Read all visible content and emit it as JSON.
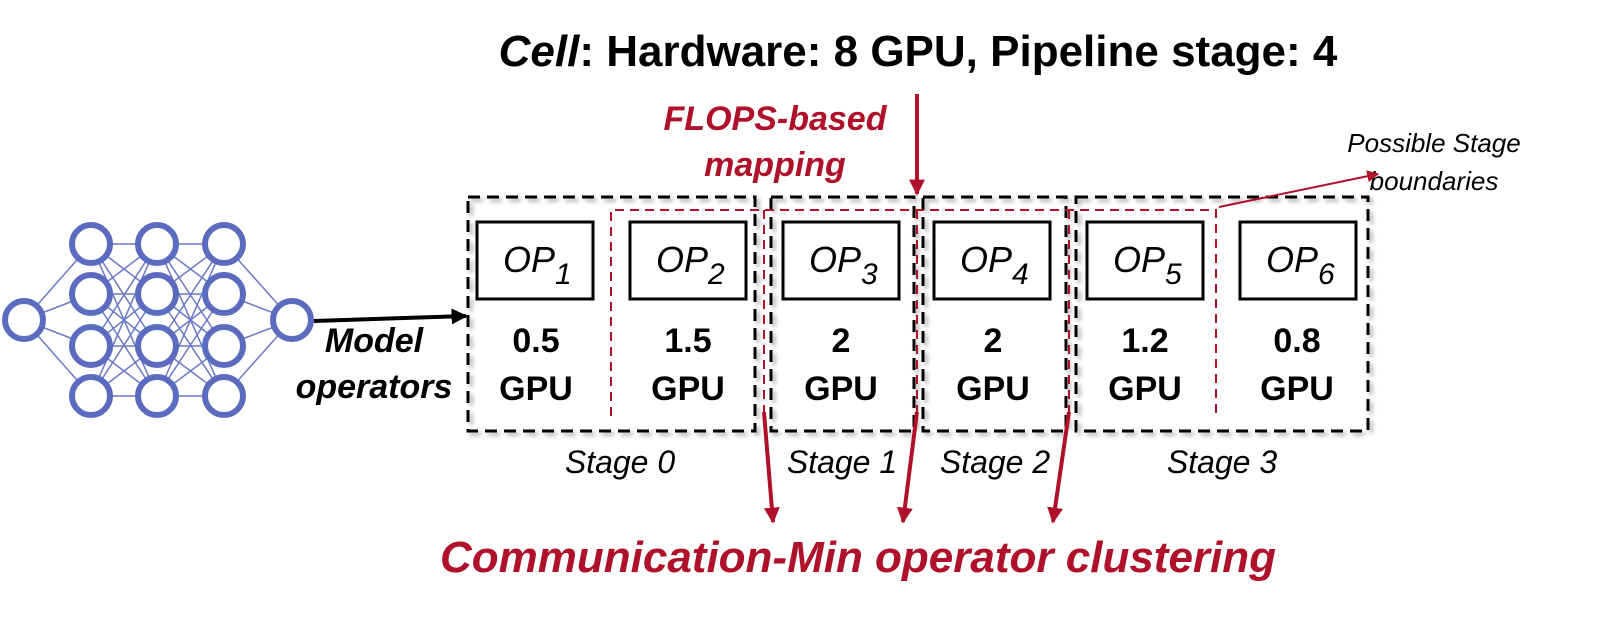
{
  "title": {
    "lead": "Cell",
    "rest": ": Hardware: 8 GPU, Pipeline stage: 4"
  },
  "flops_label": [
    "FLOPS-based",
    "mapping"
  ],
  "boundaries_label": [
    "Possible Stage",
    "boundaries"
  ],
  "model_label": [
    "Model",
    "operators"
  ],
  "operators": [
    {
      "base": "OP",
      "sub": "1",
      "amount": "0.5",
      "unit": "GPU"
    },
    {
      "base": "OP",
      "sub": "2",
      "amount": "1.5",
      "unit": "GPU"
    },
    {
      "base": "OP",
      "sub": "3",
      "amount": "2",
      "unit": "GPU"
    },
    {
      "base": "OP",
      "sub": "4",
      "amount": "2",
      "unit": "GPU"
    },
    {
      "base": "OP",
      "sub": "5",
      "amount": "1.2",
      "unit": "GPU"
    },
    {
      "base": "OP",
      "sub": "6",
      "amount": "0.8",
      "unit": "GPU"
    }
  ],
  "stages": [
    "Stage 0",
    "Stage 1",
    "Stage 2",
    "Stage 3"
  ],
  "bottom_label": "Communication-Min operator clustering",
  "colors": {
    "accent_red": "#b0112a",
    "network_blue": "#5b6bbf",
    "black": "#000000"
  },
  "icons": [
    "neural-network-icon"
  ]
}
